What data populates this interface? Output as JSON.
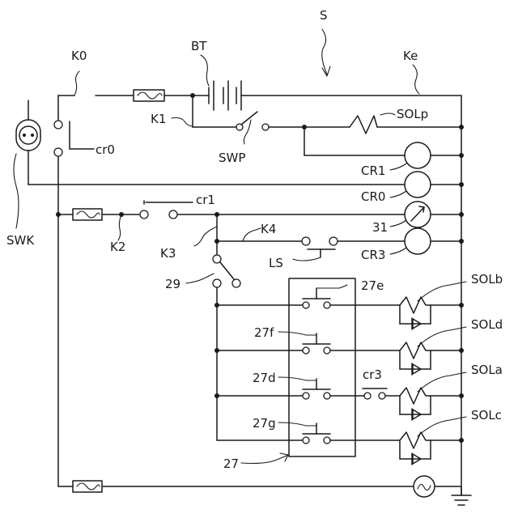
{
  "labels": {
    "system": "S",
    "k0": "K0",
    "bt": "BT",
    "ke": "Ke",
    "k1": "K1",
    "solp": "SOLp",
    "cr0_contact": "cr0",
    "swp": "SWP",
    "cr1_coil": "CR1",
    "cr0_coil": "CR0",
    "cr1_contact": "cr1",
    "swk": "SWK",
    "k2": "K2",
    "meter": "31",
    "k4": "K4",
    "k3": "K3",
    "ls": "LS",
    "cr3_coil": "CR3",
    "selector": "29",
    "sw27e": "27e",
    "solb": "SOLb",
    "sw27f": "27f",
    "sold": "SOLd",
    "sw27d": "27d",
    "cr3_contact": "cr3",
    "sola": "SOLa",
    "sw27g": "27g",
    "solc": "SOLc",
    "box27": "27"
  },
  "icons": {
    "battery": "battery-icon",
    "key_switch": "key-switch-icon",
    "meter": "meter-gauge-icon",
    "lamp": "lamp-icon",
    "ground": "ground-icon",
    "fuse": "fuse-icon",
    "solenoid": "solenoid-coil-icon",
    "relay_coil": "relay-coil-icon",
    "diode": "diode-icon"
  }
}
